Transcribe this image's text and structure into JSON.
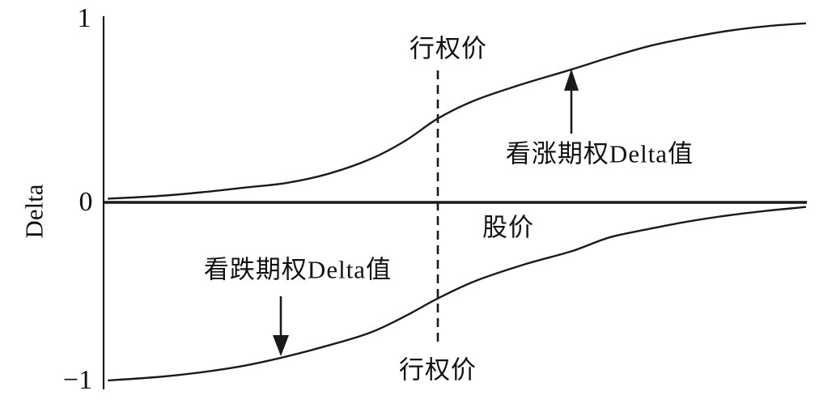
{
  "chart_data": {
    "type": "line",
    "title": "",
    "xlabel": "股价",
    "ylabel": "Delta",
    "ylim": [
      -1,
      1
    ],
    "xlim": [
      0,
      1
    ],
    "grid": false,
    "legend": "none (curves labeled by arrow annotations)",
    "yticks": [
      {
        "value": 1,
        "label": "1"
      },
      {
        "value": 0,
        "label": "0"
      },
      {
        "value": -1,
        "label": "−1"
      }
    ],
    "strike_x": 0.4764,
    "annotations": {
      "strike_top": "行权价",
      "strike_bottom": "行权价"
    },
    "colors": {
      "line": "#1a1a1a",
      "background": "#ffffff"
    },
    "x": [
      0.006,
      0.08,
      0.14,
      0.2,
      0.26,
      0.32,
      0.38,
      0.43,
      0.476,
      0.53,
      0.6,
      0.666,
      0.72,
      0.775,
      0.83,
      0.89,
      0.945,
      1.0
    ],
    "series": [
      {
        "name": "看涨期权Delta值",
        "values": [
          0.02,
          0.035,
          0.055,
          0.08,
          0.105,
          0.155,
          0.235,
          0.335,
          0.455,
          0.555,
          0.645,
          0.72,
          0.785,
          0.845,
          0.89,
          0.93,
          0.955,
          0.97
        ]
      },
      {
        "name": "看跌期权Delta值",
        "values": [
          -0.965,
          -0.945,
          -0.92,
          -0.885,
          -0.835,
          -0.775,
          -0.705,
          -0.615,
          -0.52,
          -0.425,
          -0.335,
          -0.265,
          -0.19,
          -0.145,
          -0.105,
          -0.07,
          -0.045,
          -0.025
        ]
      }
    ]
  }
}
